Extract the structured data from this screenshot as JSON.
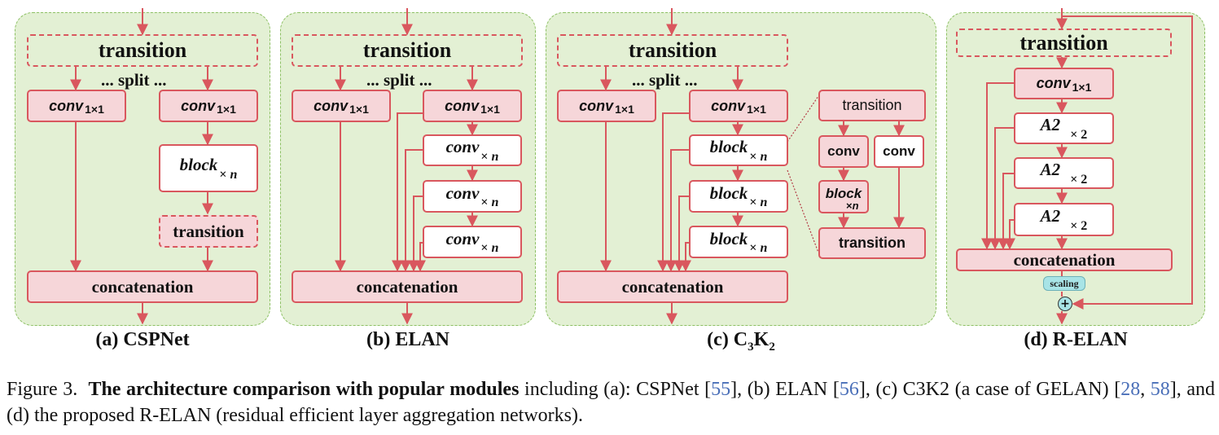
{
  "labels": {
    "transition": "transition",
    "split": "... split ...",
    "conv": "conv",
    "sub11": "1×1",
    "block": "block",
    "times": "×",
    "n": "n",
    "concatenation": "concatenation",
    "a2": "A2",
    "x2": "× 2",
    "scaling": "scaling",
    "plus": "+"
  },
  "panels": {
    "a": {
      "caption": "(a) CSPNet"
    },
    "b": {
      "caption": "(b) ELAN"
    },
    "c": {
      "caption_prefix": "(c) C",
      "caption_sub1": "3",
      "caption_mid": "K",
      "caption_sub2": "2"
    },
    "d": {
      "caption": "(d) R-ELAN"
    }
  },
  "figure_caption": {
    "prefix": "Figure 3.",
    "bold": "The architecture comparison with popular modules",
    "t1": " including (a):  CSPNet [",
    "r1": "55",
    "t2": "], (b) ELAN [",
    "r2": "56",
    "t3": "], (c) C3K2 (a case of GELAN) [",
    "r3": "28",
    "t4": ", ",
    "r4": "58",
    "t5": "], and (d) the proposed R-ELAN (residual efficient layer aggregation networks)."
  },
  "colors": {
    "panel_bg": "#e3f0d4",
    "panel_border": "#8cc063",
    "arrow": "#d9575e",
    "box_fill": "#f6d6d9",
    "scaling_fill": "#a8e4e6",
    "ref_link": "#4a6fb8"
  }
}
